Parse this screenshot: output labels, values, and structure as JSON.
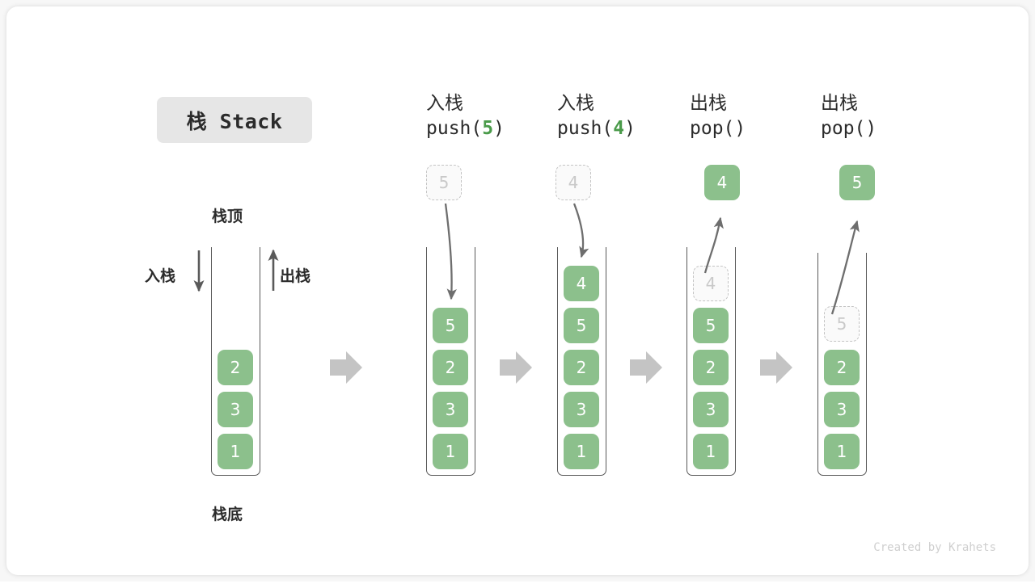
{
  "title_chip": "栈 Stack",
  "labels": {
    "stack_top": "栈顶",
    "stack_bottom": "栈底",
    "push_side": "入栈",
    "pop_side": "出栈"
  },
  "colors": {
    "cell_green": "#8cc08c",
    "accent_green": "#4a9b4a",
    "chip_gray": "#e6e6e6",
    "arrow_gray": "#c4c4c4",
    "line_gray": "#6e6e6e",
    "ghost_gray": "#c9c9c9"
  },
  "credit": "Created by Krahets",
  "columns": [
    {
      "id": "initial",
      "header_cn": "",
      "header_code": "",
      "stack": [
        "2",
        "3",
        "1"
      ],
      "floating": null,
      "ghost_in_stack": null,
      "op": "none"
    },
    {
      "id": "push-5",
      "header_cn": "入栈",
      "header_code_prefix": "push(",
      "header_code_num": "5",
      "header_code_suffix": ")",
      "header_code": "push(5)",
      "stack": [
        "5",
        "2",
        "3",
        "1"
      ],
      "floating": {
        "value": "5",
        "style": "ghost"
      },
      "ghost_in_stack": null,
      "op": "push"
    },
    {
      "id": "push-4",
      "header_cn": "入栈",
      "header_code_prefix": "push(",
      "header_code_num": "4",
      "header_code_suffix": ")",
      "header_code": "push(4)",
      "stack": [
        "4",
        "5",
        "2",
        "3",
        "1"
      ],
      "floating": {
        "value": "4",
        "style": "ghost"
      },
      "ghost_in_stack": null,
      "op": "push"
    },
    {
      "id": "pop-1",
      "header_cn": "出栈",
      "header_code_prefix": "pop(",
      "header_code_num": "",
      "header_code_suffix": ")",
      "header_code": "pop()",
      "stack": [
        "5",
        "2",
        "3",
        "1"
      ],
      "floating": {
        "value": "4",
        "style": "solid"
      },
      "ghost_in_stack": {
        "value": "4"
      },
      "op": "pop"
    },
    {
      "id": "pop-2",
      "header_cn": "出栈",
      "header_code_prefix": "pop(",
      "header_code_num": "",
      "header_code_suffix": ")",
      "header_code": "pop()",
      "stack": [
        "2",
        "3",
        "1"
      ],
      "floating": {
        "value": "5",
        "style": "solid"
      },
      "ghost_in_stack": {
        "value": "5"
      },
      "op": "pop"
    }
  ]
}
